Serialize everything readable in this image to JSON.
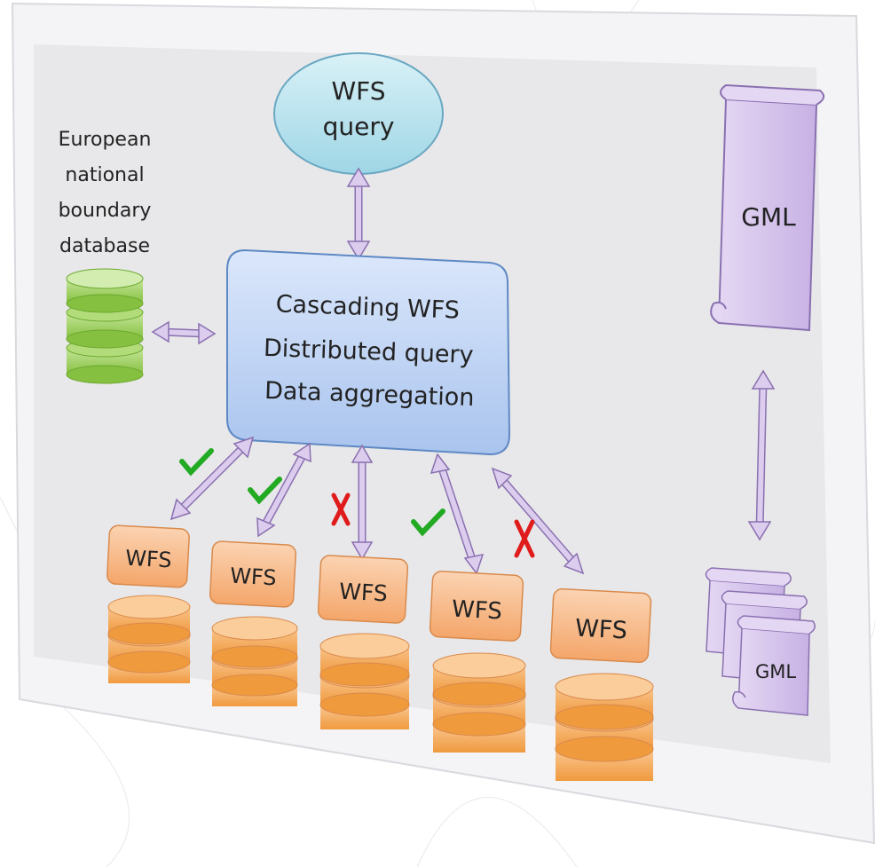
{
  "query": {
    "line1": "WFS",
    "line2": "query"
  },
  "database": {
    "line1": "European",
    "line2": "national",
    "line3": "boundary",
    "line4": "database"
  },
  "cascade": {
    "line1": "Cascading WFS",
    "line2": "Distributed query",
    "line3": "Data aggregation"
  },
  "services": [
    {
      "label": "WFS",
      "status": "ok"
    },
    {
      "label": "WFS",
      "status": "ok"
    },
    {
      "label": "WFS",
      "status": "fail"
    },
    {
      "label": "WFS",
      "status": "ok"
    },
    {
      "label": "WFS",
      "status": "fail"
    }
  ],
  "gml_top": "GML",
  "gml_bottom": "GML",
  "colors": {
    "query_fill": "#bfe6ef",
    "cascade_fill": "#c5d9f4",
    "db_green": "#9ccf5a",
    "wfs_orange": "#f7b583",
    "disk_orange": "#f5a24f",
    "arrow_purple": "#d9c7ea",
    "gml_purple": "#d6c4ea",
    "check_green": "#22aa22",
    "cross_red": "#e01b1b"
  }
}
